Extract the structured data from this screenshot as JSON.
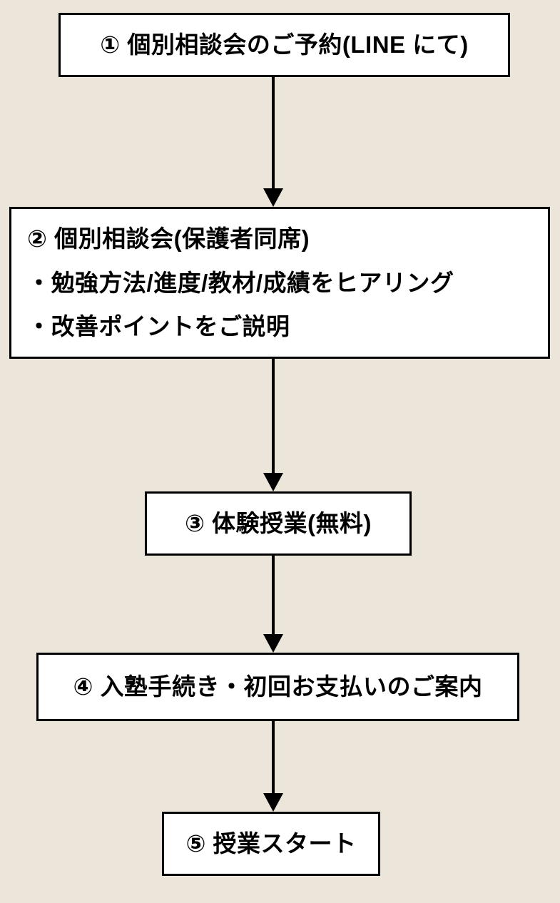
{
  "colors": {
    "background": "#ece5da",
    "box_background": "#ffffff",
    "line": "#000000",
    "text": "#000000"
  },
  "chart_data": {
    "type": "table",
    "title": "",
    "note": "vertical flowchart, 5 steps connected by solid down arrows"
  },
  "flow": {
    "connector": "down-arrow",
    "steps": [
      {
        "lines": [
          "① 個別相談会のご予約(LINE にて)"
        ]
      },
      {
        "lines": [
          "② 個別相談会(保護者同席)",
          "・勉強方法/進度/教材/成績をヒアリング",
          "・改善ポイントをご説明"
        ]
      },
      {
        "lines": [
          "③ 体験授業(無料)"
        ]
      },
      {
        "lines": [
          "④ 入塾手続き・初回お支払いのご案内"
        ]
      },
      {
        "lines": [
          "⑤ 授業スタート"
        ]
      }
    ]
  }
}
